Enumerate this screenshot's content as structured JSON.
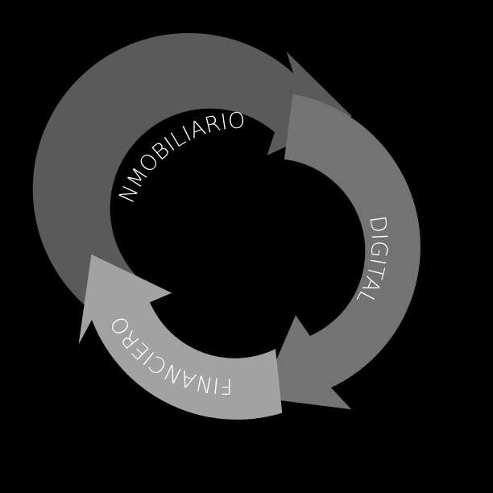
{
  "diagram": {
    "background": "#000000",
    "segments": [
      {
        "id": "inmobiliario",
        "label": "INMOBILIARIO",
        "color": "#5a5a5a"
      },
      {
        "id": "digital",
        "label": "DIGITAL",
        "color": "#737373"
      },
      {
        "id": "financiero",
        "label": "FINANCIERO",
        "color": "#a2a2a2"
      }
    ]
  }
}
